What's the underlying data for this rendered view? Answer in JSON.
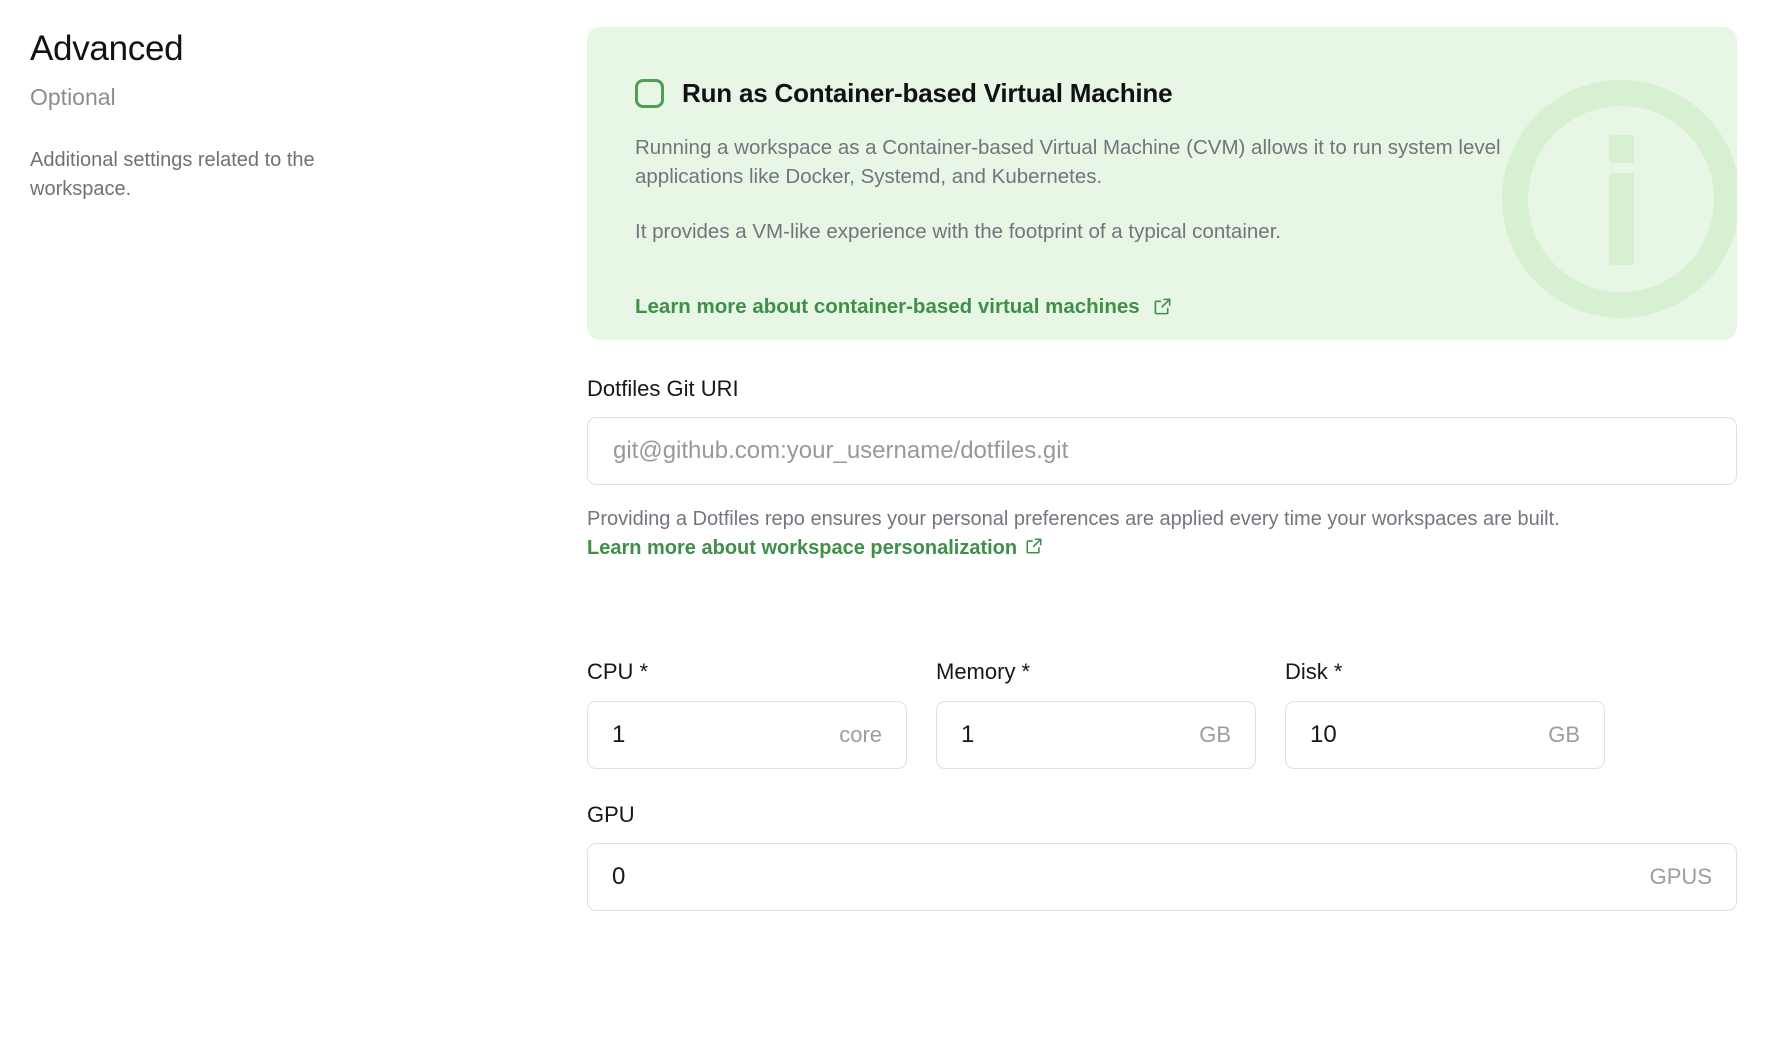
{
  "sidebar": {
    "title": "Advanced",
    "subtitle": "Optional",
    "description": "Additional settings related to the workspace."
  },
  "callout": {
    "accent_color": "#3f8f48",
    "background_color": "#e8f7e5",
    "checkbox_checked": false,
    "title": "Run as Container-based Virtual Machine",
    "paragraph_1": "Running a workspace as a Container-based Virtual Machine (CVM) allows it to run system level applications like Docker, Systemd, and Kubernetes.",
    "paragraph_2": "It provides a VM-like experience with the footprint of a typical container.",
    "link_label": "Learn more about container-based virtual machines",
    "watermark_icon": "info-icon"
  },
  "dotfiles": {
    "label": "Dotfiles Git URI",
    "value": "",
    "placeholder": "git@github.com:your_username/dotfiles.git",
    "helper_prefix": "Providing a Dotfiles repo ensures your personal preferences are applied every time your workspaces are built.",
    "helper_link": "Learn more about workspace personalization"
  },
  "resources": {
    "fields": [
      {
        "label": "CPU *",
        "value": "1",
        "unit": "core"
      },
      {
        "label": "Memory *",
        "value": "1",
        "unit": "GB"
      },
      {
        "label": "Disk *",
        "value": "10",
        "unit": "GB"
      }
    ],
    "gpu": {
      "label": "GPU",
      "value": "0",
      "unit": "GPUS"
    }
  }
}
